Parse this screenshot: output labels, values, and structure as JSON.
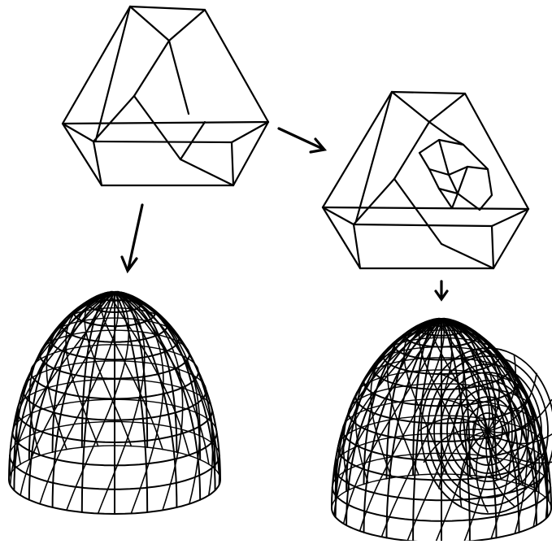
{
  "figure": {
    "panels": [
      {
        "id": "coarse-polyhedron",
        "kind": "wireframe"
      },
      {
        "id": "refined-polyhedron",
        "kind": "wireframe"
      },
      {
        "id": "smooth-surface",
        "kind": "mesh"
      },
      {
        "id": "refined-smooth-surface",
        "kind": "mesh"
      }
    ],
    "arrows": [
      "coarse-to-smooth",
      "coarse-to-refined",
      "refined-to-smooth"
    ],
    "colors": {
      "line": "#000000",
      "background": "#ffffff"
    }
  }
}
